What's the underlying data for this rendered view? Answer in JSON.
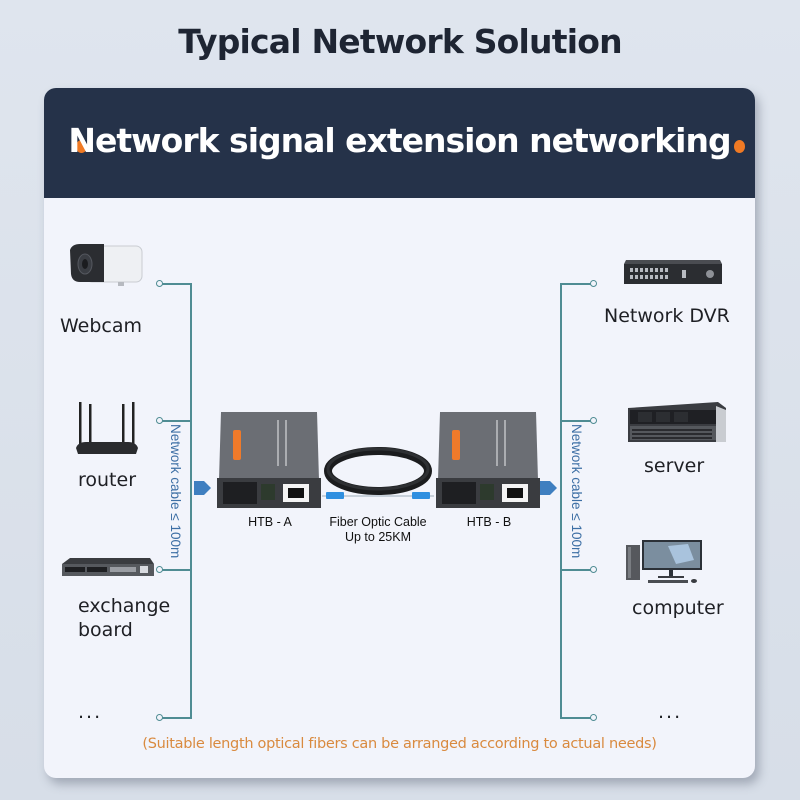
{
  "title": "Typical Network Solution",
  "header": {
    "text": "Network signal extension networking",
    "accent_color": "#f07a24",
    "background_color": "#253249"
  },
  "left_devices": [
    {
      "label": "Webcam",
      "icon": "security-camera-icon"
    },
    {
      "label": "router",
      "icon": "wifi-router-icon"
    },
    {
      "label": "exchange board",
      "icon": "network-switch-icon"
    },
    {
      "label": "...",
      "icon": ""
    }
  ],
  "right_devices": [
    {
      "label": "Network DVR",
      "icon": "dvr-icon"
    },
    {
      "label": "server",
      "icon": "rack-server-icon"
    },
    {
      "label": "computer",
      "icon": "desktop-computer-icon"
    },
    {
      "label": "...",
      "icon": ""
    }
  ],
  "cable_label": "Network cable ≤ 100m",
  "converters": [
    {
      "label": "HTB - A"
    },
    {
      "label": "HTB - B"
    }
  ],
  "fiber": {
    "line1": "Fiber Optic Cable",
    "line2": "Up to 25KM"
  },
  "footnote": "(Suitable length optical fibers can be arranged according to actual needs)",
  "colors": {
    "bus_line": "#4f8c93",
    "arrow": "#3f7fc0",
    "cable_label": "#3d6fa5",
    "footnote": "#d98a3f"
  }
}
